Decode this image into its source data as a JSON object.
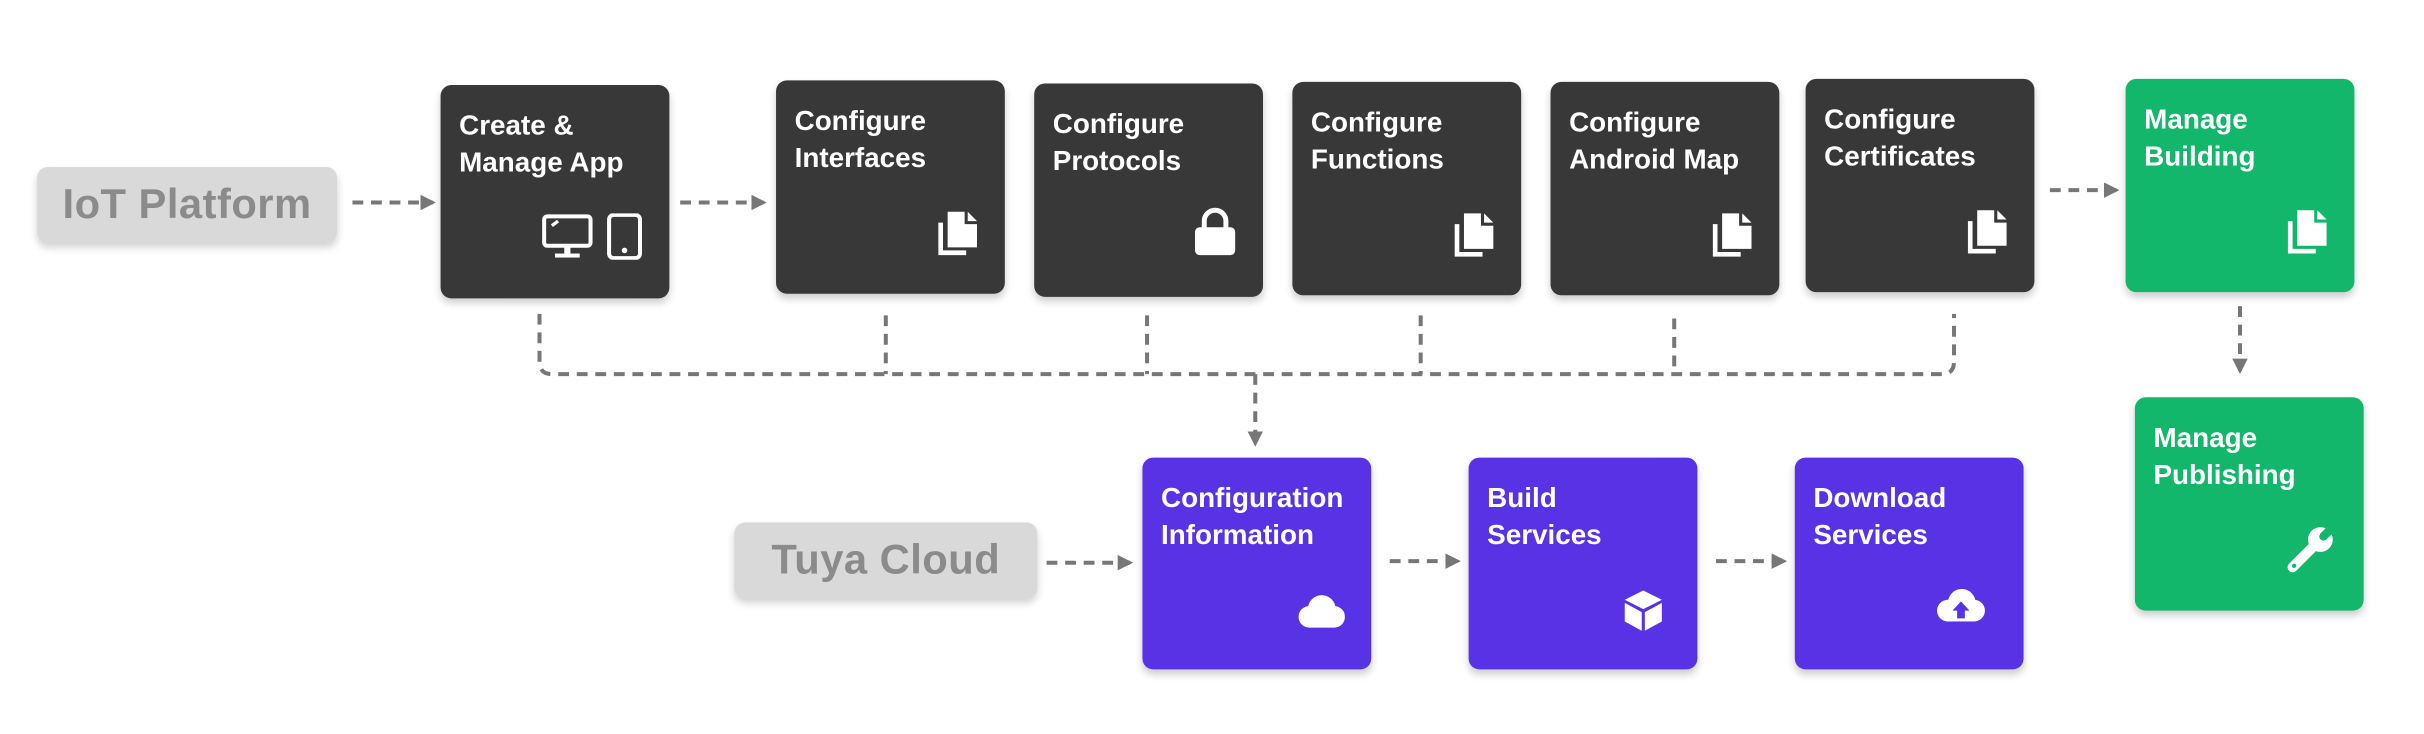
{
  "platforms": {
    "iot": "IoT Platform",
    "cloud": "Tuya Cloud"
  },
  "steps": {
    "create_app": {
      "label": "Create &\nManage App",
      "icons": [
        "monitor-icon",
        "tablet-icon"
      ]
    },
    "interfaces": {
      "label": "Configure\nInterfaces",
      "icon": "document-icon"
    },
    "protocols": {
      "label": "Configure\nProtocols",
      "icon": "lock-icon"
    },
    "functions": {
      "label": "Configure\nFunctions",
      "icon": "document-icon"
    },
    "android_map": {
      "label": "Configure\nAndroid Map",
      "icon": "document-icon"
    },
    "certificates": {
      "label": "Configure\nCertificates",
      "icon": "document-icon"
    },
    "manage_building": {
      "label": "Manage\nBuilding",
      "icon": "document-icon"
    },
    "manage_publishing": {
      "label": "Manage\nPublishing",
      "icon": "wrench-icon"
    },
    "config_info": {
      "label": "Configuration\nInformation",
      "icon": "cloud-icon"
    },
    "build_services": {
      "label": "Build Services",
      "icon": "cube-icon"
    },
    "download_services": {
      "label": "Download\nServices",
      "icon": "cloud-upload-icon"
    }
  },
  "colors": {
    "dark_box": "#383838",
    "green_box": "#13b76b",
    "purple_box": "#5833e6",
    "platform_pill": "#d9d9d9",
    "connector": "#777777"
  }
}
